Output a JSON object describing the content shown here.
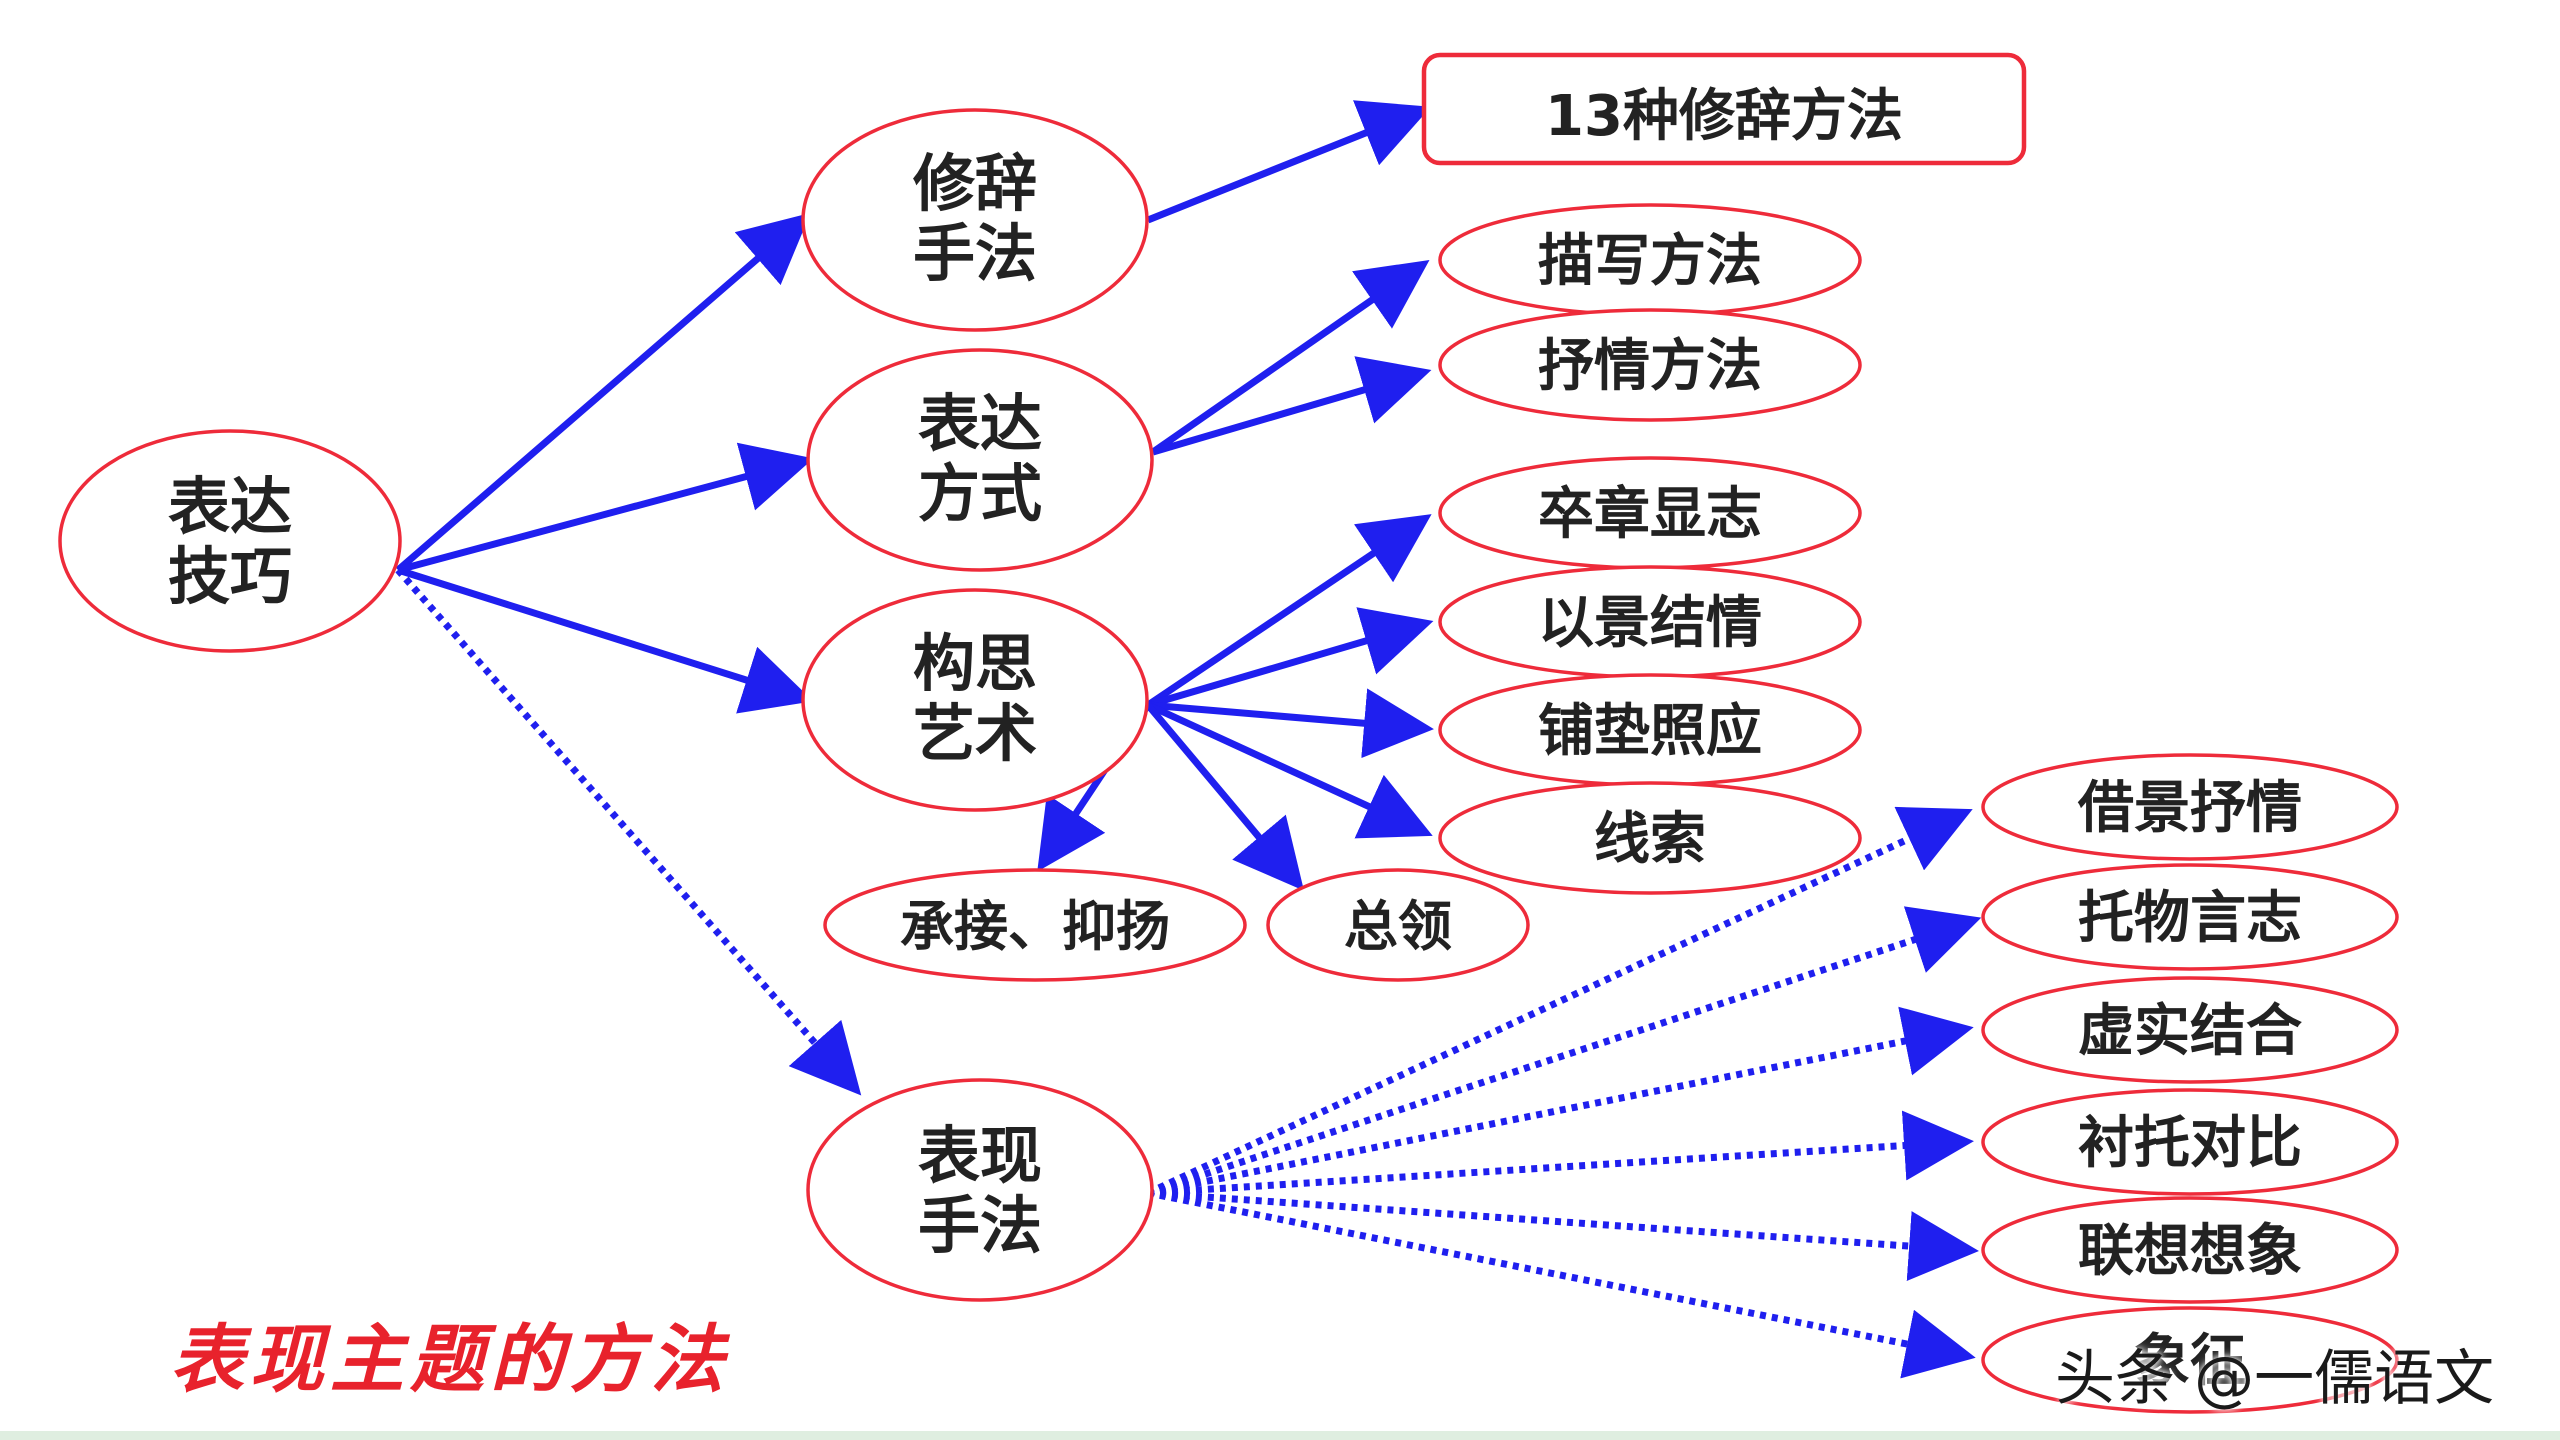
{
  "diagram": {
    "colors": {
      "arrow": "#1f1fef",
      "node_border": "#ee2b3a",
      "text": "#222222",
      "caption": "#e8222c"
    },
    "nodes": {
      "root": {
        "line1": "表达",
        "line2": "技巧"
      },
      "rhetoric": {
        "line1": "修辞",
        "line2": "手法"
      },
      "expression": {
        "line1": "表达",
        "line2": "方式"
      },
      "conception": {
        "line1": "构思",
        "line2": "艺术"
      },
      "presentation": {
        "line1": "表现",
        "line2": "手法"
      },
      "rhetoric_methods": "13种修辞方法",
      "description_methods": "描写方法",
      "lyric_methods": "抒情方法",
      "ending_theme": "卒章显志",
      "scenery_emotion": "以景结情",
      "foreshadow_echo": "铺垫照应",
      "clue": "线索",
      "transition": "承接、抑扬",
      "summary": "总领",
      "borrow_scene": "借景抒情",
      "object_aspiration": "托物言志",
      "real_virtual": "虚实结合",
      "contrast": "衬托对比",
      "imagination": "联想想象",
      "symbol": "象征"
    },
    "caption": "表现主题的方法"
  },
  "watermark": "头条 @一儒语文"
}
